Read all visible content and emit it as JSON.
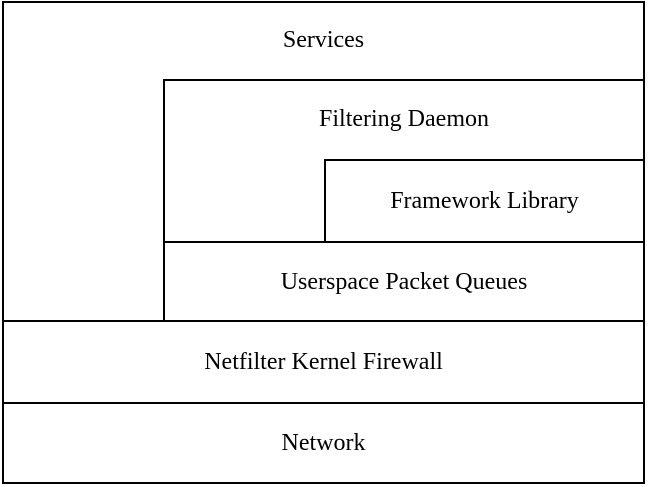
{
  "colors": {
    "background": "#ffffff",
    "border": "#000000",
    "text": "#000000"
  },
  "diagram": {
    "layers": [
      {
        "label": "Services"
      },
      {
        "label": "Filtering Daemon"
      },
      {
        "label": "Framework Library"
      },
      {
        "label": "Userspace Packet Queues"
      },
      {
        "label": "Netfilter Kernel Firewall"
      },
      {
        "label": "Network"
      }
    ]
  }
}
